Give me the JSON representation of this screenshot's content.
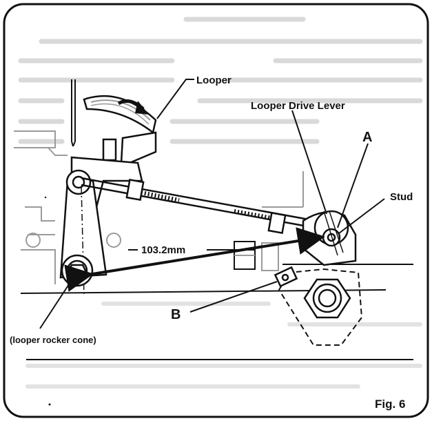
{
  "figure": {
    "labels": {
      "looper": "Looper",
      "looper_drive_lever": "Looper Drive Lever",
      "a": "A",
      "stud": "Stud",
      "dimension": "103.2mm",
      "b": "B",
      "looper_rocker_cone": "(looper rocker cone)"
    },
    "figure_number": "Fig. 6"
  },
  "colors": {
    "ink": "#111111",
    "grey": "#9a9a9a",
    "light_grey": "#c4c4c4",
    "background": "#ffffff"
  }
}
